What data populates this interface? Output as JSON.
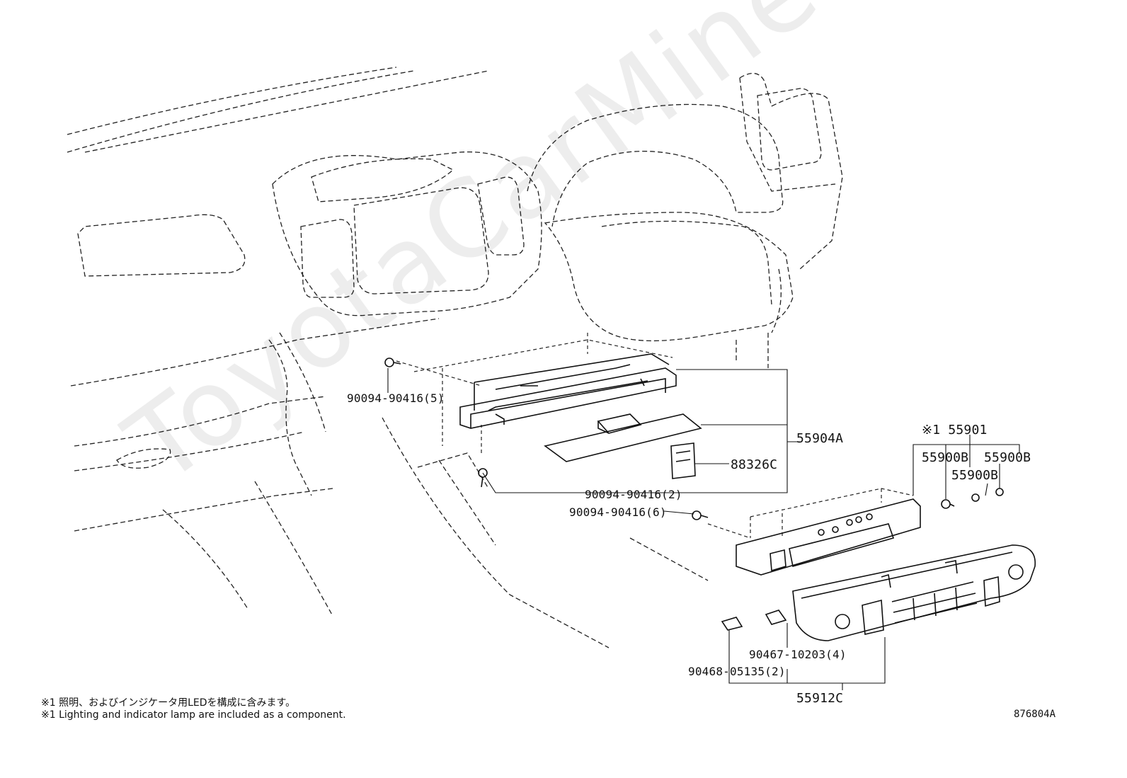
{
  "watermark": "ToyotaCarMine.ru",
  "labels": {
    "screw_5": "90094-90416(5)",
    "screw_2": "90094-90416(2)",
    "screw_6": "90094-90416(6)",
    "asm_55904A": "55904A",
    "part_88326C": "88326C",
    "mark_55901": "※1 55901",
    "part_55900B_a": "55900B",
    "part_55900B_b": "55900B",
    "part_55900B_c": "55900B",
    "clip_4": "90467-10203(4)",
    "clip_2": "90468-05135(2)",
    "asm_55912C": "55912C"
  },
  "notes": {
    "jp": "※1 照明、およびインジケータ用LEDを構成に含みます。",
    "en": "※1 Lighting and indicator lamp are included as a component."
  },
  "diagram_code": "876804A"
}
